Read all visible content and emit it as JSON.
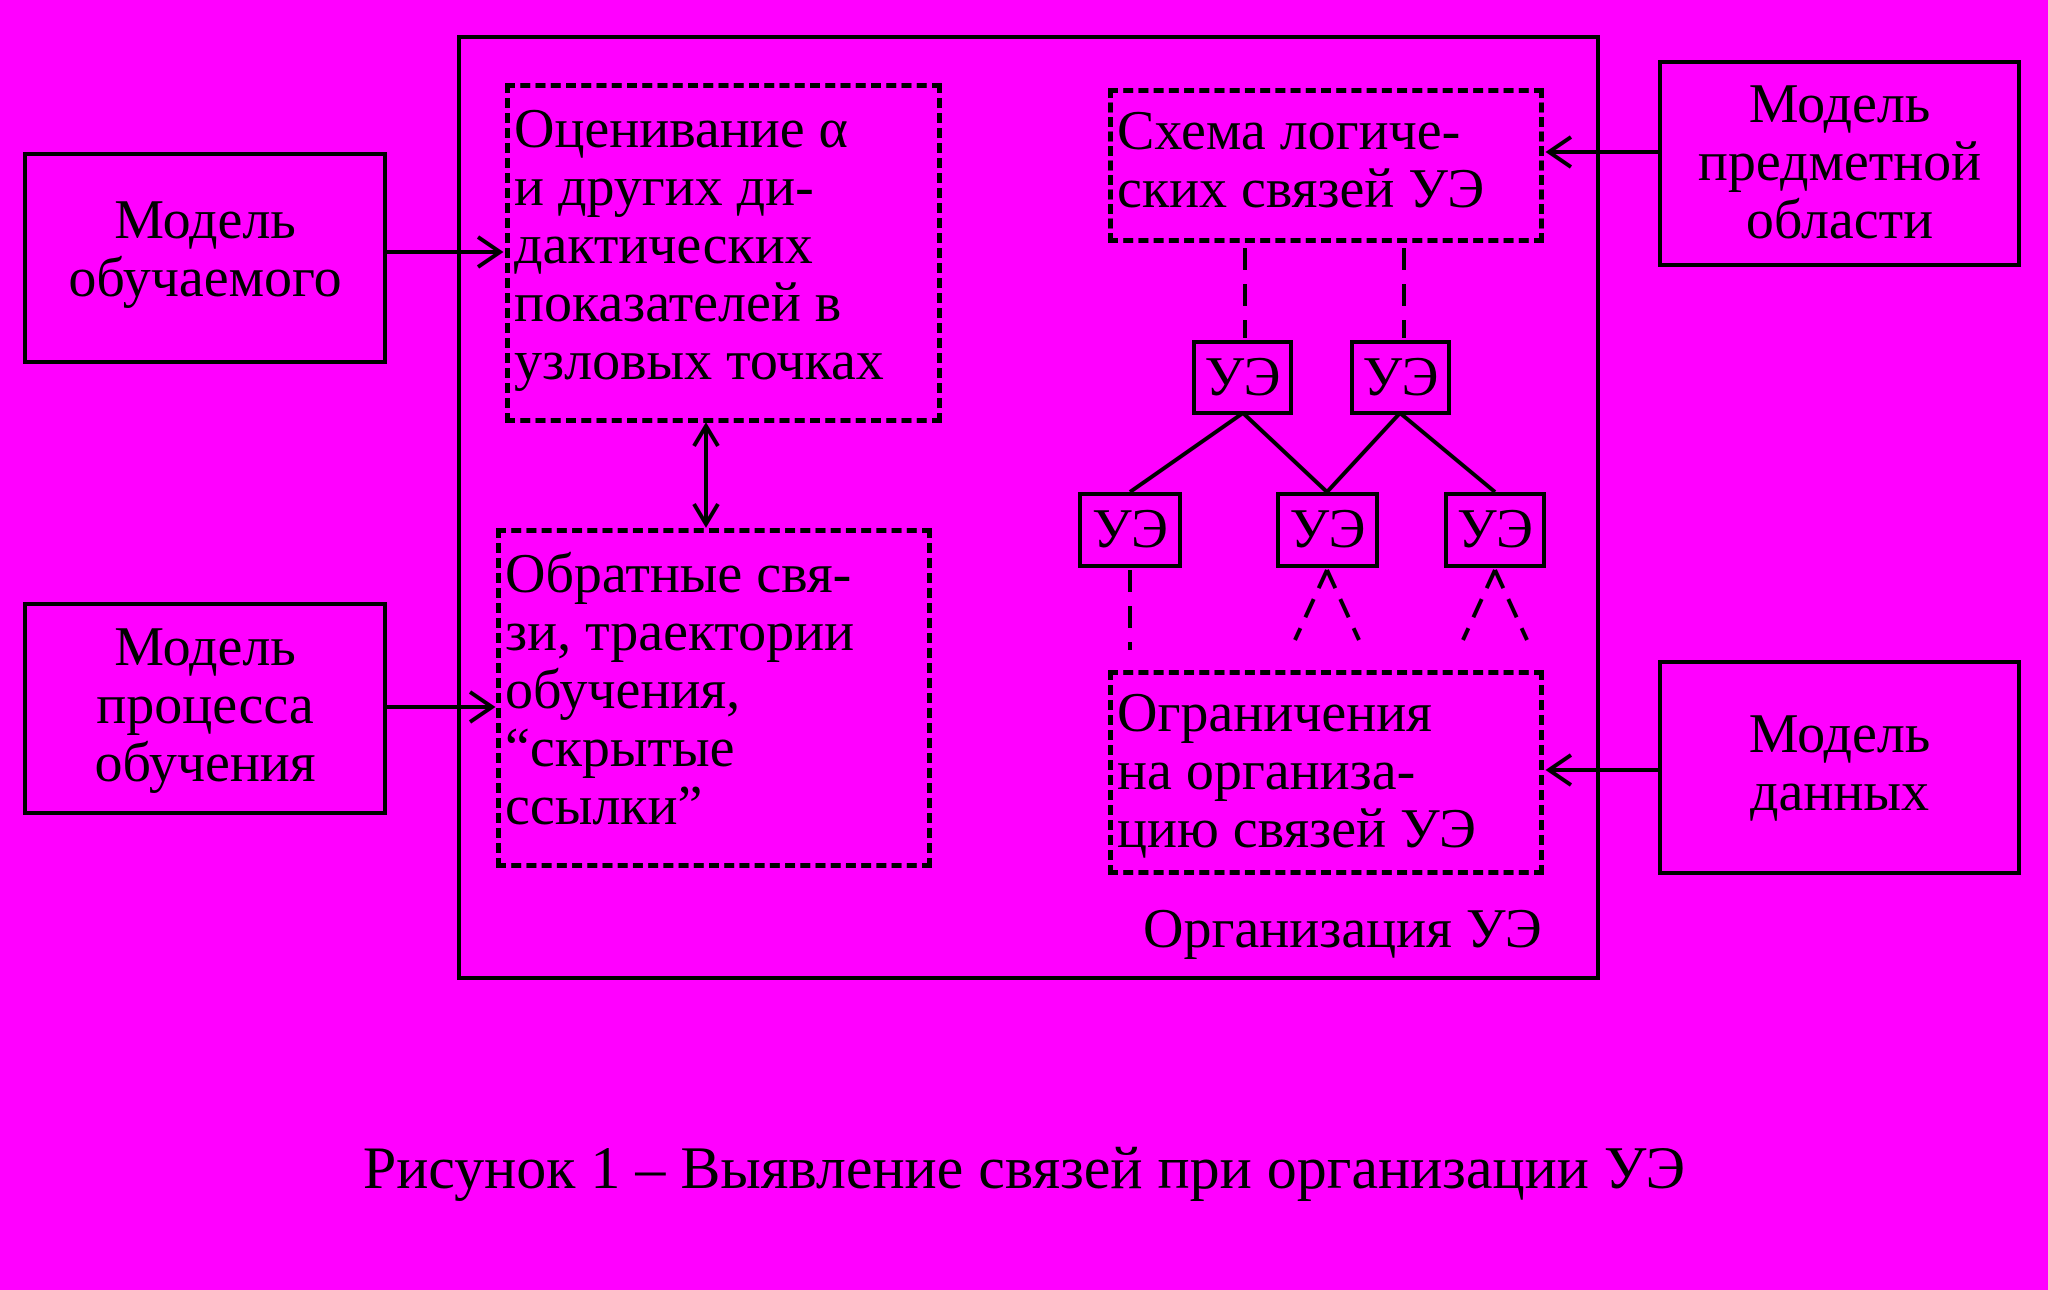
{
  "left": {
    "learner_model": [
      "Модель",
      "обучаемого"
    ],
    "process_model": [
      "Модель",
      "процесса",
      "обучения"
    ]
  },
  "right": {
    "domain_model": [
      "Модель",
      "предметной",
      "области"
    ],
    "data_model": [
      "Модель",
      "данных"
    ]
  },
  "center": {
    "evaluation": [
      "Оценивание α",
      "и других ди-",
      "дактических",
      "показателей в",
      "узловых точках"
    ],
    "feedback": [
      "Обратные свя-",
      "зи, траектории",
      "обучения,",
      "“скрытые",
      "ссылки”"
    ],
    "schema": [
      "Схема логиче-",
      "ских связей УЭ"
    ],
    "constraints": [
      "Ограничения",
      "на организа-",
      "цию связей УЭ"
    ],
    "ue_label": "УЭ",
    "container_label": "Организация УЭ"
  },
  "caption": "Рисунок 1 – Выявление связей при организации УЭ"
}
